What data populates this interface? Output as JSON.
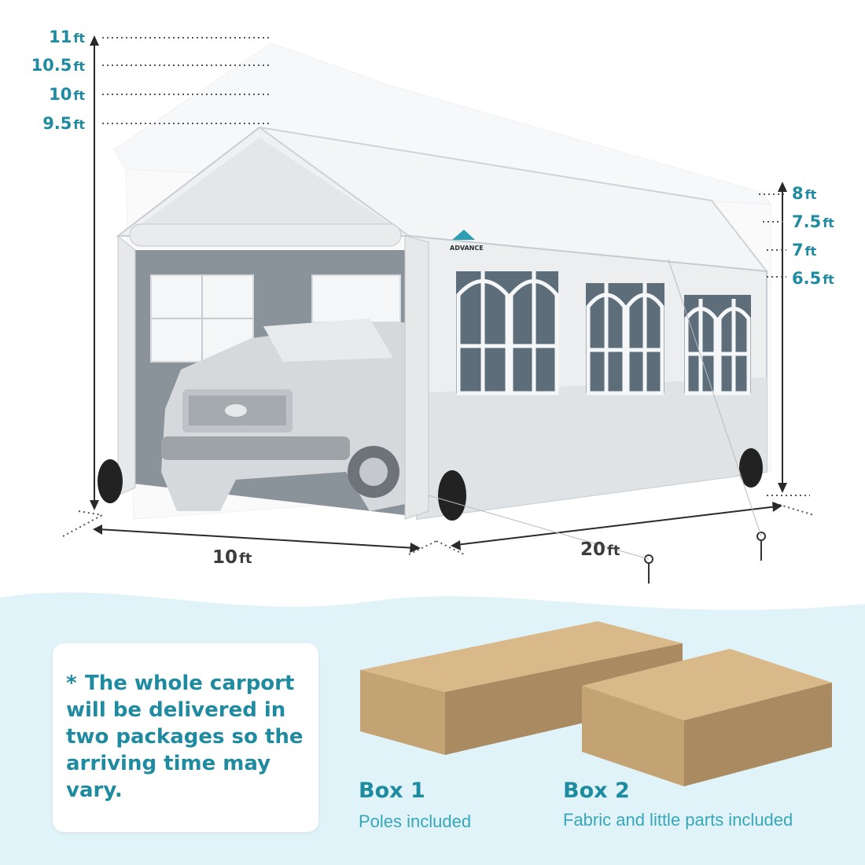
{
  "height_labels_left": [
    {
      "value": "11",
      "unit": "ft"
    },
    {
      "value": "10.5",
      "unit": "ft"
    },
    {
      "value": "10",
      "unit": "ft"
    },
    {
      "value": "9.5",
      "unit": "ft"
    }
  ],
  "height_labels_right": [
    {
      "value": "8",
      "unit": "ft"
    },
    {
      "value": "7.5",
      "unit": "ft"
    },
    {
      "value": "7",
      "unit": "ft"
    },
    {
      "value": "6.5",
      "unit": "ft"
    }
  ],
  "width_label": {
    "value": "10",
    "unit": "ft"
  },
  "length_label": {
    "value": "20",
    "unit": "ft"
  },
  "brand_logo": "ADVANCE",
  "note": {
    "star": "*",
    "text": "The whole carport will be delivered in two packages so the arriving time may vary."
  },
  "boxes": [
    {
      "title": "Box 1",
      "desc": "Poles included"
    },
    {
      "title": "Box 2",
      "desc": "Fabric and little parts included"
    }
  ],
  "colors": {
    "accent": "#1f8ba0",
    "background_wave": "#dff3f8",
    "box_top": "#d9b98a",
    "box_front": "#c3a274",
    "box_side": "#a98a61"
  }
}
